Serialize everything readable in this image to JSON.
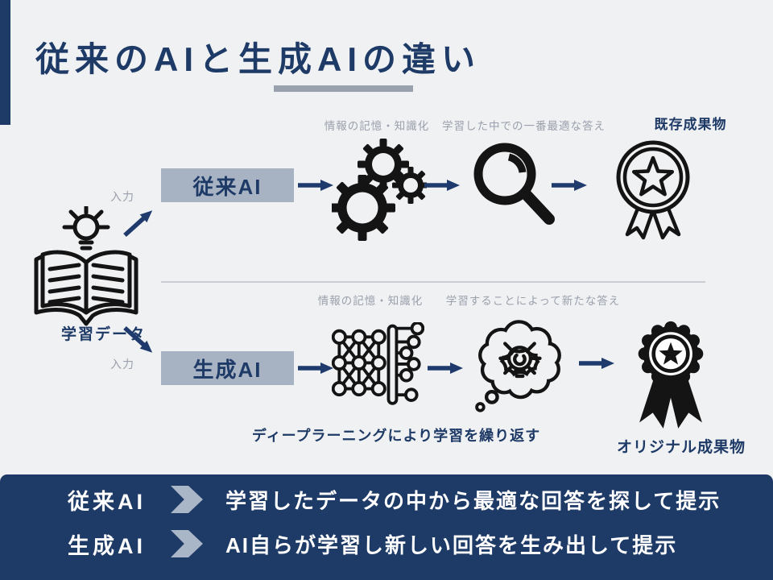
{
  "title": {
    "text": "従来のAIと生成AIの違い"
  },
  "source": {
    "label": "学習データ",
    "input_top": "入力",
    "input_bottom": "入力"
  },
  "traditional_flow": {
    "box": "従来AI",
    "process_label": "情報の記憶・知識化",
    "answer_label": "学習した中での一番最適な答え",
    "result_label": "既存成果物"
  },
  "generative_flow": {
    "box": "生成AI",
    "process_label": "情報の記憶・知識化",
    "answer_label": "学習することによって新たな答え",
    "result_label": "オリジナル成果物",
    "caption": "ディープラーニングにより学習を繰り返す"
  },
  "footer": {
    "rows": [
      {
        "term": "従来AI",
        "desc": "学習したデータの中から最適な回答を探して提示"
      },
      {
        "term": "生成AI",
        "desc": "AI自らが学習し新しい回答を生み出して提示"
      }
    ]
  },
  "icons": {
    "source": "book-lightbulb-icon",
    "traditional_process": "gears-icon",
    "traditional_answer": "magnifier-icon",
    "traditional_result": "award-ribbon-outline-icon",
    "generative_process": "neural-network-icon",
    "generative_answer": "thought-bubble-lightbulb-icon",
    "generative_result": "award-ribbon-filled-icon",
    "footer_bullet": "chevron-right-icon",
    "flow": "arrow-right-icon"
  },
  "colors": {
    "background": "#f0f1f3",
    "navy": "#1e3a66",
    "arrow_navy": "#1f3a6c",
    "box_bg": "#a7b2c3",
    "gray_text": "#9aa0ac",
    "divider": "#c9ccd2",
    "underline": "#98a1ad",
    "icon_black": "#141414",
    "chevron": "#a9b6c7",
    "footer_text": "#ffffff"
  }
}
